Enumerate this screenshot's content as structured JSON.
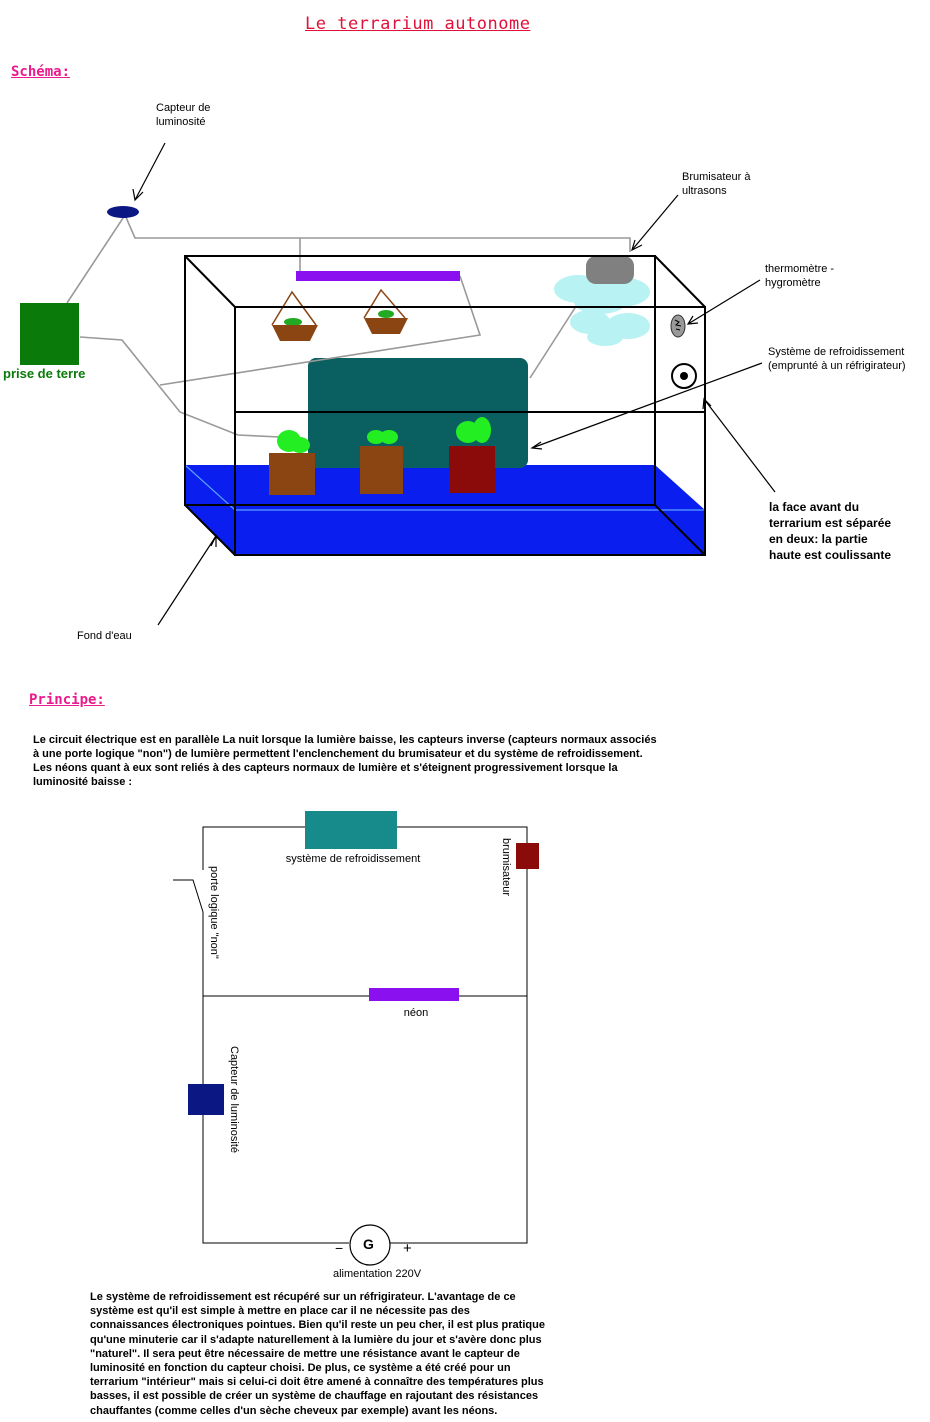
{
  "title": "Le terrarium autonome",
  "sections": {
    "schema": "Schéma:",
    "principe": "Principe:"
  },
  "schema_labels": {
    "light_sensor": [
      "Capteur de",
      "luminosité"
    ],
    "mister": [
      "Brumisateur à",
      "ultrasons"
    ],
    "thermo": [
      "thermomètre -",
      "hygromètre"
    ],
    "cooling": [
      "Système de refroidissement",
      "(emprunté à un réfrigirateur)"
    ],
    "front_face": [
      "la face avant du",
      "terrarium est séparée",
      "en deux: la partie",
      "haute est coulissante"
    ],
    "ground": "prise de terre",
    "water": "Fond d'eau"
  },
  "principe_text": "Le circuit électrique est en  parallèle    La nuit lorsque la lumière baisse, les capteurs inverse (capteurs normaux associés à une porte logique \"non\") de lumière permettent l'enclenchement du brumisateur et du système de refroidissement. Les néons quant à eux sont reliés à des capteurs normaux de lumière et s'éteignent progressivement lorsque la luminosité baisse :",
  "circuit_labels": {
    "cooling": "système de refroidissement",
    "mister": "brumisateur",
    "not_gate": "porte logique \"non\"",
    "neon": "néon",
    "sensor": "Capteur de luminosité",
    "generator": "G",
    "minus": "−",
    "plus": "+",
    "power": "alimentation 220V"
  },
  "footer_text": [
    "Le système de refroidissement est récupéré sur un réfrigirateur. L'avantage de ce",
    "système est qu'il est simple à mettre en place car il ne nécessite pas des",
    "connaissances électroniques pointues. Bien qu'il reste un peu cher, il est plus pratique",
    " qu'une minuterie car il s'adapte naturellement à la lumière du jour et s'avère donc plus",
    "\"naturel\". Il sera peut être nécessaire de mettre une résistance avant le capteur de",
    "luminosité en fonction du capteur choisi. De plus, ce système a été créé pour un",
    "terrarium \"intérieur\" mais si celui-ci doit être amené à connaître des températures plus",
    "basses, il est possible de créer un système de chauffage en rajoutant des résistances",
    "chauffantes (comme celles d'un sèche cheveux par exemple) avant les néons."
  ],
  "colors": {
    "title": "#e0103a",
    "section": "#ec1a8c",
    "water": "#0a1ef0",
    "ground_box": "#0a7a0a",
    "cooling": "#0a6060",
    "cooling_circuit": "#178b8b",
    "neon": "#8a10f0",
    "mister_box": "#8b0a0a",
    "sensor": "#0b1883",
    "pot": "#8b4513",
    "pot_red": "#8b0a0a",
    "plant": "#22ee22"
  }
}
